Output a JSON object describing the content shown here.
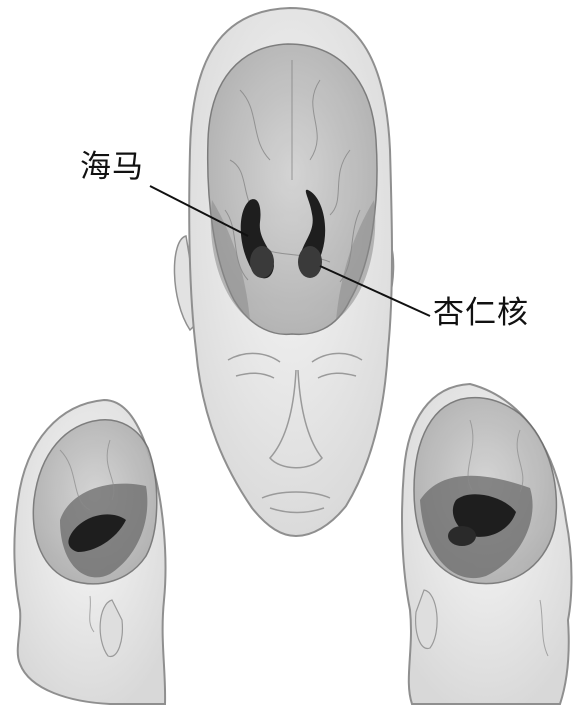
{
  "labels": {
    "hippocampus": "海马",
    "amygdala": "杏仁核"
  },
  "colors": {
    "background": "#ffffff",
    "skin": "#e9e9e9",
    "skin_outline": "#8f8f8f",
    "brain_fill": "#b9b9b9",
    "brain_dark": "#6b6b6b",
    "structures": "#1e1e1e",
    "leader_line": "#111111"
  },
  "icons": {
    "front_view": "head-front-brain",
    "left_view": "head-left-brain",
    "right_view": "head-right-brain"
  }
}
